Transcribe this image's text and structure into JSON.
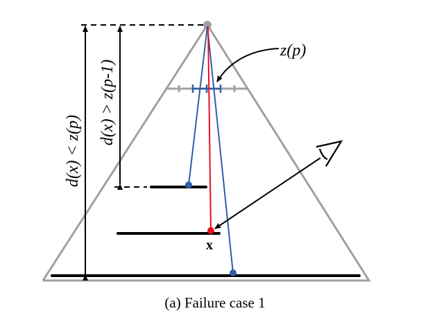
{
  "labels": {
    "zp_label": "z(p)",
    "x_label": "x",
    "dist_less": "d(x) < z(p)",
    "dist_greater": "d(x) > z(p-1)",
    "caption": "(a)  Failure case 1"
  },
  "colors": {
    "frustum": "#a0a0a0",
    "ray": "#2f5ea8",
    "hit_ray": "#e8101e",
    "surface": "#000000"
  }
}
